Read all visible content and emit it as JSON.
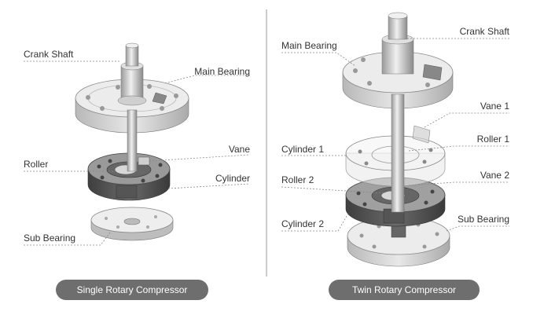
{
  "single": {
    "caption": "Single Rotary Compressor",
    "labels": {
      "crank_shaft": "Crank Shaft",
      "main_bearing": "Main Bearing",
      "vane": "Vane",
      "roller": "Roller",
      "cylinder": "Cylinder",
      "sub_bearing": "Sub Bearing"
    }
  },
  "twin": {
    "caption": "Twin Rotary Compressor",
    "labels": {
      "main_bearing": "Main Bearing",
      "crank_shaft": "Crank Shaft",
      "vane_1": "Vane 1",
      "cylinder_1": "Cylinder 1",
      "roller_1": "Roller 1",
      "roller_2": "Roller 2",
      "vane_2": "Vane 2",
      "cylinder_2": "Cylinder 2",
      "sub_bearing": "Sub Bearing"
    }
  },
  "colors": {
    "metal_light": "#e6e6e6",
    "metal_mid": "#bdbdbd",
    "metal_dark": "#555555",
    "caption_bg": "#6e6e6e",
    "leader": "#888888",
    "divider": "#9a9a9a"
  }
}
